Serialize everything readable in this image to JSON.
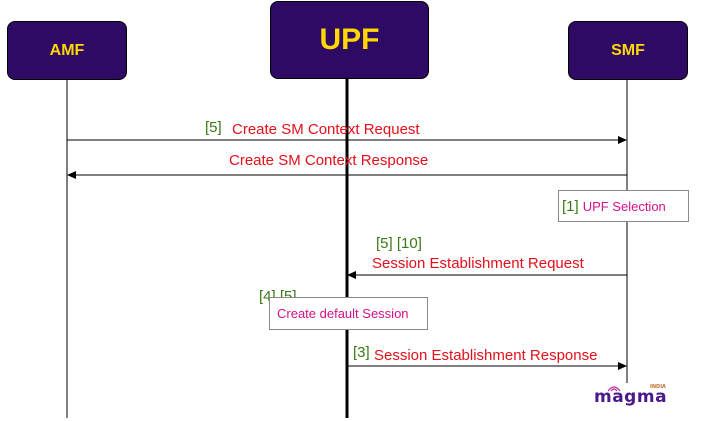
{
  "nodes": {
    "amf": "AMF",
    "upf": "UPF",
    "smf": "SMF"
  },
  "messages": [
    {
      "ref": "[5]",
      "label": "Create SM Context Request",
      "from": "AMF",
      "to": "SMF"
    },
    {
      "ref": "",
      "label": "Create SM Context Response",
      "from": "SMF",
      "to": "AMF"
    },
    {
      "ref": "[5] [10]",
      "label": "Session Establishment Request",
      "from": "SMF",
      "to": "UPF"
    },
    {
      "ref": "[3]",
      "label": "Session Establishment Response",
      "from": "UPF",
      "to": "SMF"
    }
  ],
  "notes": [
    {
      "ref": "[1]",
      "label": "UPF Selection",
      "on": "SMF"
    },
    {
      "ref": "[4] [5]",
      "label": "Create default Session",
      "on": "UPF"
    }
  ],
  "colors": {
    "node_fill": "#2e0a64",
    "node_text": "#ffd800",
    "message_text": "#e3101a",
    "ref_text": "#3a7a16",
    "note_text": "#d6108a"
  },
  "logo": {
    "word": "magma",
    "tag": "INDIA"
  }
}
